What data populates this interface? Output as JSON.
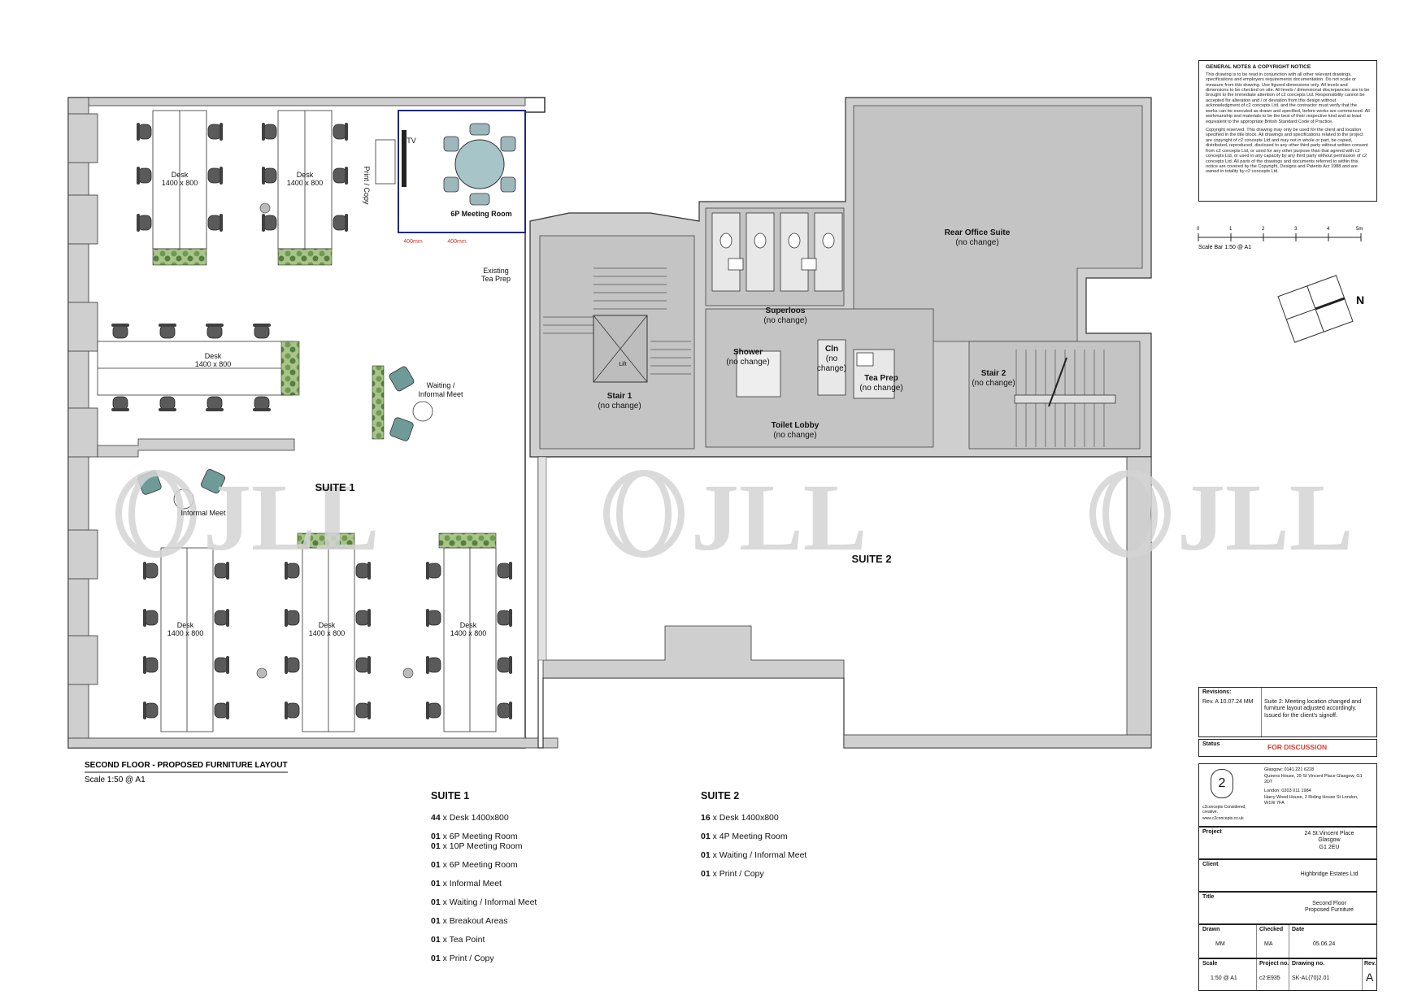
{
  "rooms": {
    "suite1": "SUITE 1",
    "suite2": "SUITE 2",
    "meeting_6p": "6P Meeting Room",
    "tv": "TV",
    "print_copy": "Print / Copy",
    "existing_tea_prep": [
      "Existing",
      "Tea Prep"
    ],
    "rear_office_suite": [
      "Rear Office Suite",
      "(no change)"
    ],
    "superloos": [
      "Superloos",
      "(no change)"
    ],
    "shower": [
      "Shower",
      "(no change)"
    ],
    "cln": [
      "Cln",
      "(no",
      "change)"
    ],
    "tea_prep": [
      "Tea Prep",
      "(no change)"
    ],
    "stair1": [
      "Stair 1",
      "(no change)"
    ],
    "stair2": [
      "Stair 2",
      "(no change)"
    ],
    "toilet_lobby": [
      "Toilet Lobby",
      "(no change)"
    ],
    "lift": "Lift",
    "waiting_informal": [
      "Waiting /",
      "Informal Meet"
    ],
    "informal_meet": "Informal Meet",
    "dim_400": "400mm",
    "desk_label": "Desk",
    "desk_size": "1400 x 800"
  },
  "watermark": "JLL",
  "north": "N",
  "drawing_caption": {
    "title": "SECOND FLOOR - PROPOSED FURNITURE LAYOUT",
    "scale": "Scale 1:50 @ A1"
  },
  "schedule": {
    "suite1": {
      "title": "SUITE 1",
      "items": [
        [
          "44",
          " x Desk 1400x800"
        ],
        [
          "01",
          " x  6P Meeting Room"
        ],
        [
          "01",
          " x 10P Meeting Room"
        ],
        [
          "01",
          " x 6P Meeting Room"
        ],
        [
          "01",
          " x Informal Meet"
        ],
        [
          "01",
          " x Waiting / Informal Meet"
        ],
        [
          "01",
          " x Breakout Areas"
        ],
        [
          "01",
          " x Tea Point"
        ],
        [
          "01",
          " x Print / Copy"
        ]
      ]
    },
    "suite2": {
      "title": "SUITE 2",
      "items": [
        [
          "16",
          " x Desk 1400x800"
        ],
        [
          "01",
          " x  4P Meeting Room"
        ],
        [
          "01",
          " x Waiting / Informal Meet"
        ],
        [
          "01",
          " x Print / Copy"
        ]
      ]
    }
  },
  "notes": {
    "heading": "GENERAL NOTES & COPYRIGHT NOTICE",
    "para1": "This drawing is to be read in conjunction with all other relevant drawings, specifications and employers requirements documentation. Do not scale or measure from this drawing. Use figured dimensions only. All levels and dimensions to be checked on site. All levels / dimensional discrepancies are to be brought to the immediate attention of c2 concepts Ltd. Responsibility cannot be accepted for alteration and / or deviation from this design without acknowledgment of c2 concepts Ltd. and the contractor must verify that the works can be executed as drawn and specified, before works are commenced. All workmanship and materials to be the best of their respective kind and at least equivalent to the appropriate British Standard Code of Practice.",
    "para2": "Copyright reserved. This drawing may only be used for the client and location specified in the title block. All drawings and specifications related to the project are copyright of c2 concepts Ltd and may not in whole or part, be copied, distributed, reproduced, disclosed to any other third party without written consent from c2 concepts Ltd, or used for any other purpose than that agreed with c2 concepts Ltd, or used in any capacity by any third party without permission of c2 concepts Ltd. All parts of the drawings and documents referred to within this notice are covered by the Copyright, Designs and Patents Act 1988 and are owned in totality by c2 concepts Ltd."
  },
  "scalebar": {
    "ticks": [
      "0",
      "1",
      "2",
      "3",
      "4",
      "5m"
    ],
    "label": "Scale Bar 1:50 @ A1"
  },
  "titleblock": {
    "revisions_label": "Revisions:",
    "revision": "Rev. A 10.07.24 MM",
    "revision_note": "Suite 2: Meeting location changed and furniture layout adjusted accordingly. Issued for the client's signoff.",
    "status_label": "Status",
    "status": "FOR DISCUSSION",
    "status_color": "#e03a2f",
    "company_tagline": "c2concepts Considered, creative.",
    "company_web": "www.c2concepts.co.uk",
    "glasgow": "Glasgow: 0141 221 6228",
    "glasgow_addr": "Queens House, 29 St Vincent Place Glasgow, G1 2DT",
    "london": "London: 0203 011 1984",
    "london_addr": "Harry Wood House, 2 Riding House St London, W1W 7FA",
    "project_label": "Project",
    "project": [
      "24 St.Vincent Place",
      "Glasgow",
      "G1 2EU"
    ],
    "client_label": "Client",
    "client": "Highbridge Estates Ltd",
    "title_label": "Title",
    "title": [
      "Second Floor",
      "Proposed Furniture"
    ],
    "drawn_label": "Drawn",
    "drawn": "MM",
    "checked_label": "Checked",
    "checked": "MA",
    "date_label": "Date",
    "date": "05.06.24",
    "scale_label": "Scale",
    "scale": "1:50  @ A1",
    "project_no_label": "Project no.",
    "project_no": "c2:E935",
    "drawing_no_label": "Drawing no.",
    "drawing_no": "SK-AL(70)2.01",
    "rev_label": "Rev.",
    "rev": "A"
  }
}
